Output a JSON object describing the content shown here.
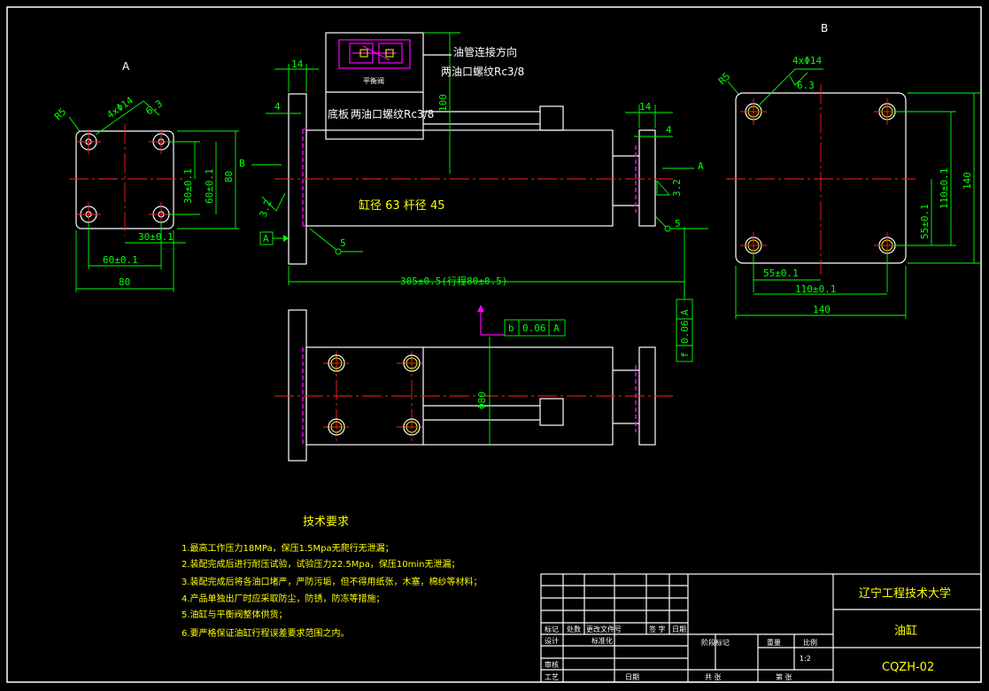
{
  "colors": {
    "background": "#000000",
    "outline": "#ffffff",
    "dimension": "#00ff00",
    "centerline": "#ff2020",
    "hidden": "#ff00ff",
    "notes": "#ffff00"
  },
  "views": {
    "left": {
      "label": "A",
      "radius": "R5",
      "holes": "4xΦ14",
      "roughness": "6.3",
      "dim_hole_v": "30±0.1",
      "dim_outer_v": "60±0.1",
      "dim_height": "80",
      "dim_hole_h": "30±0.1",
      "dim_outer_h": "60±0.1",
      "dim_width": "80"
    },
    "front": {
      "section_b": "B",
      "section_a": "A",
      "dim_flange_l": "14",
      "dim_flange_r": "14",
      "dim_step_l": "4",
      "dim_step_r": "4",
      "dim_valve_h": "100",
      "bore_text": "缸径 63  杆径 45",
      "dim_total": "305±0.5(行程80±0.5)",
      "rough_l": "3.2",
      "rough_r": "3.2",
      "weld_l": "5",
      "weld_r": "5",
      "datum": "A",
      "valve_label": "平衡阀",
      "valve_left": "底板",
      "valve_right": "两油口螺纹Rc3/8",
      "note_line1": "油管连接方向",
      "note_line2": "两油口螺纹Rc3/8"
    },
    "top": {
      "dim_dia": "Φ80",
      "tol_symbol": "b",
      "tol_value": "0.06",
      "tol_datum": "A",
      "tol2_symbol": "f",
      "tol2_value": "0.06",
      "tol2_datum": "A"
    },
    "right": {
      "label": "B",
      "radius": "R5",
      "holes": "4xΦ14",
      "roughness": "6.3",
      "dim_hole_v": "55±0.1",
      "dim_outer_v": "110±0.1",
      "dim_height": "140",
      "dim_hole_h": "55±0.1",
      "dim_outer_h": "110±0.1",
      "dim_width": "140"
    }
  },
  "requirements": {
    "title": "技术要求",
    "items": [
      "1.最高工作压力18MPa，保压1.5Mpa无爬行无泄漏；",
      "2.装配完成后进行耐压试验，试验压力22.5Mpa，保压10min无泄漏；",
      "3.装配完成后将各油口堵严，严防污垢，但不得用纸张，木塞，棉纱等材料；",
      "4.产品单独出厂时应采取防尘，防锈，防冻等措施；",
      "5.油缸与平衡阀整体供货；",
      "6.要严格保证油缸行程误差要求范围之内。"
    ]
  },
  "title_block": {
    "school": "辽宁工程技术大学",
    "part_name": "油缸",
    "drawing_no": "CQZH-02",
    "scale": "1:2",
    "labels": {
      "mark": "标记",
      "count": "处数",
      "change_doc": "更改文件号",
      "sign": "签 字",
      "date": "日期",
      "design": "设计",
      "standard": "标准化",
      "stage": "阶段标记",
      "weight": "重量",
      "ratio": "比例",
      "review": "审核",
      "process": "工艺",
      "approve": "日期",
      "total": "共  张",
      "sheet": "第  张"
    }
  }
}
